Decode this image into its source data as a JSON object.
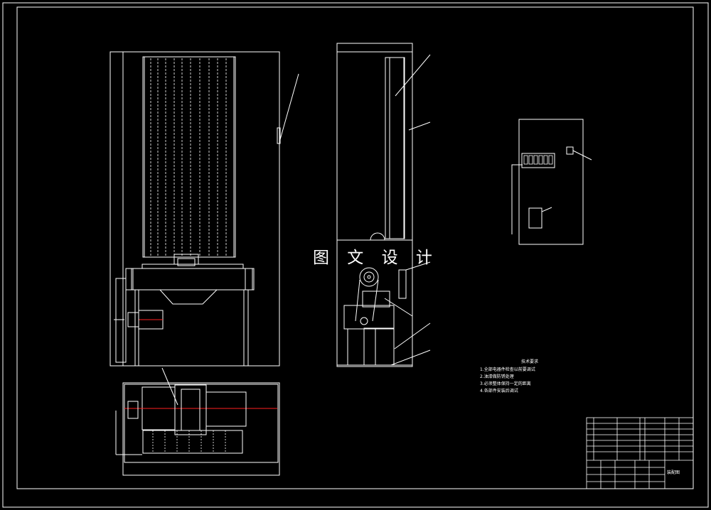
{
  "watermark": "图 文 设 计",
  "technical_requirements": {
    "title": "技术要求",
    "items": [
      "1.全部电器件检查以前要调试",
      "2.油漆做防锈处理",
      "3.必须整体保持一定的距离",
      "4.各部件安装后调试"
    ]
  },
  "title_block": {
    "drawing_name": "装配图"
  },
  "colors": {
    "line": "#ffffff",
    "accent_red": "#ff2020",
    "background": "#000000"
  }
}
